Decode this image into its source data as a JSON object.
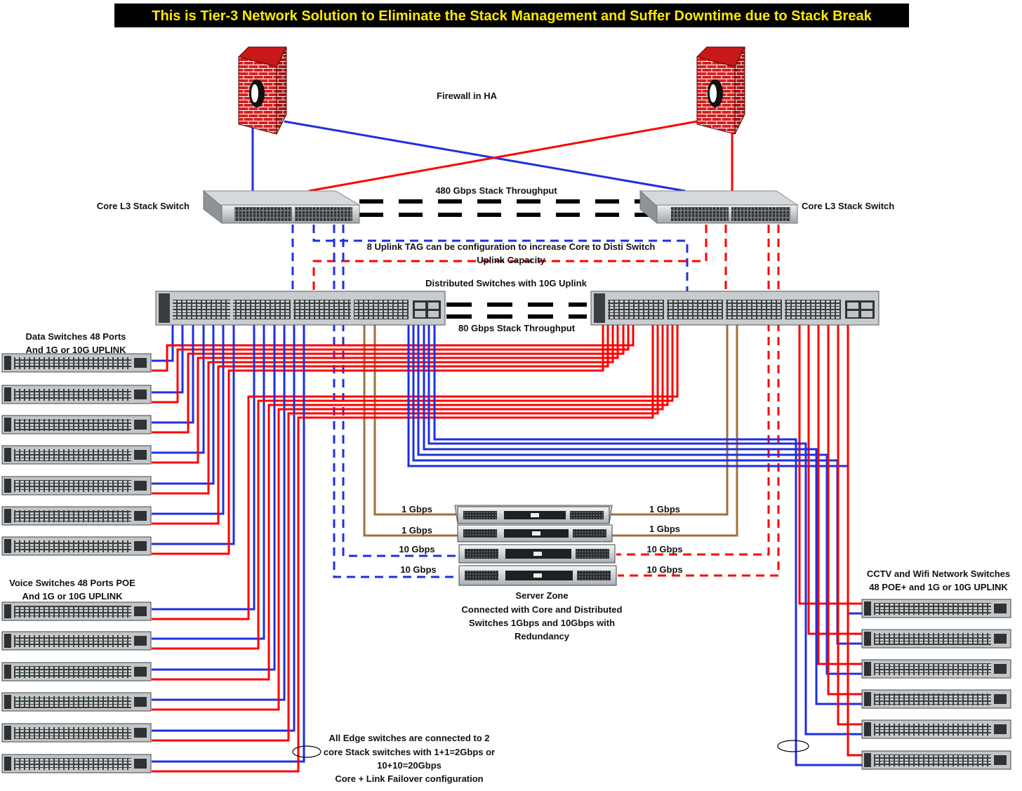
{
  "title": "This is Tier-3 Network Solution to Eliminate the Stack Management and Suffer Downtime due to Stack Break",
  "firewall_label": "Firewall in HA",
  "core": {
    "left_label": "Core L3 Stack Switch",
    "right_label": "Core L3 Stack Switch",
    "stack_label": "480 Gbps Stack Throughput"
  },
  "uplink_note": {
    "line1": "8 Uplink TAG can be configuration to increase Core to Disti Switch",
    "line2": "Uplink Capacity"
  },
  "distribution": {
    "label": "Distributed Switches with 10G Uplink",
    "stack_label": "80 Gbps Stack Throughput"
  },
  "data_switches": {
    "line1": "Data Switches 48 Ports",
    "line2": "And 1G or 10G UPLINK"
  },
  "voice_switches": {
    "line1": "Voice Switches 48 Ports POE",
    "line2": "And 1G or 10G UPLINK"
  },
  "cctv_switches": {
    "line1": "CCTV and Wifi Network Switches",
    "line2": "48 POE+ and 1G or 10G UPLINK"
  },
  "server_zone": {
    "title": "Server Zone",
    "line1": "Connected with Core and Distributed",
    "line2": "Switches 1Gbps and 10Gbps with",
    "line3": "Redundancy",
    "links_left": [
      "1 Gbps",
      "1 Gbps",
      "10 Gbps",
      "10 Gbps"
    ],
    "links_right": [
      "1 Gbps",
      "1 Gbps",
      "10 Gbps",
      "10 Gbps"
    ]
  },
  "edge_note": {
    "line1": "All Edge switches are connected to 2",
    "line2": "core Stack switches with 1+1=2Gbps or",
    "line3": "10+10=20Gbps",
    "line4": "Core + Link Failover configuration"
  },
  "colors": {
    "red": "#ff0000",
    "blue": "#1f2fe0",
    "brown": "#a0703a",
    "black": "#000000",
    "title_bg": "#000000",
    "title_text": "#ffea00"
  }
}
